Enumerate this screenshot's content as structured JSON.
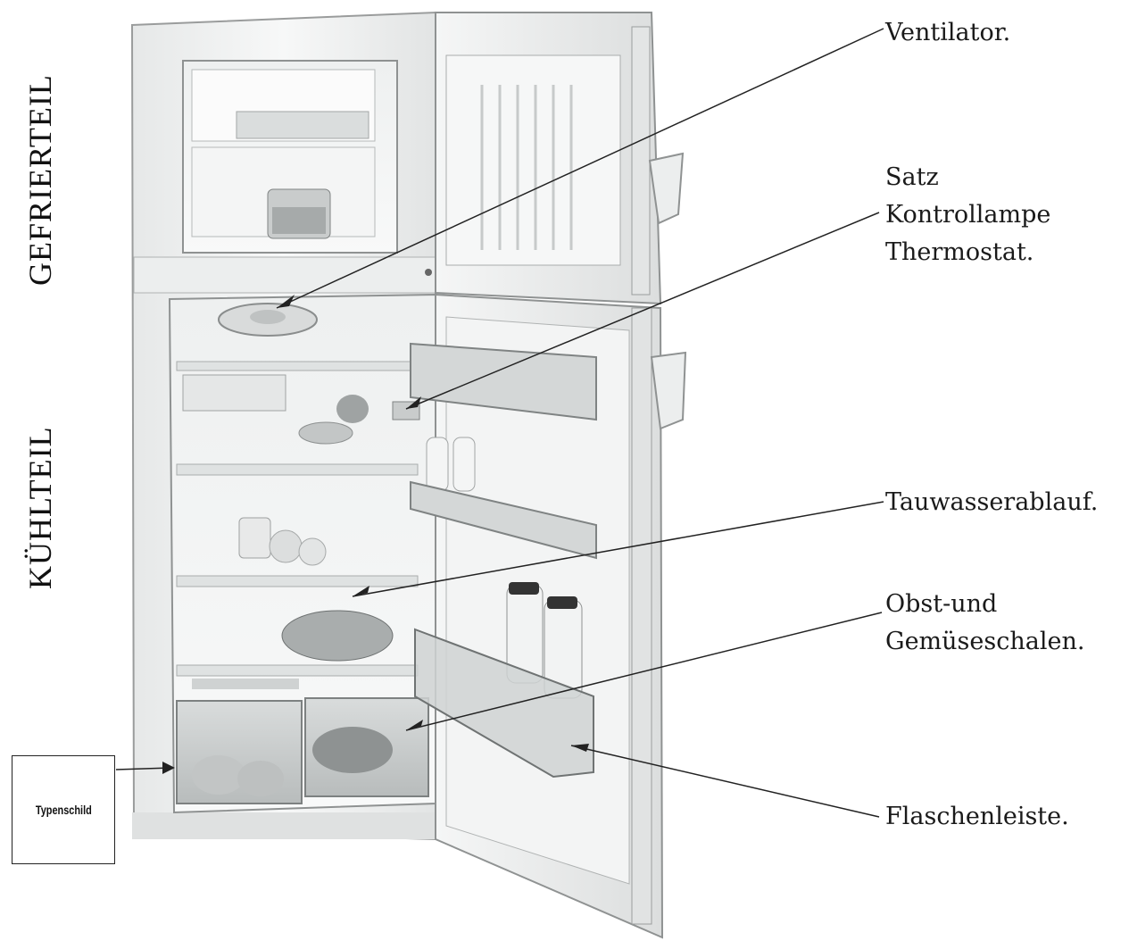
{
  "labels": {
    "freezer_section": "GEFRIERTEIL",
    "fridge_section": "KÜHLTEIL"
  },
  "callouts": {
    "fan": "Ventilator.",
    "thermostat": [
      "Satz",
      "Kontrollampe",
      "Thermostat."
    ],
    "drain": "Tauwasserablauf.",
    "crispers": [
      "Obst-und",
      "Gemüseschalen."
    ],
    "bottle_rack": "Flaschenleiste."
  },
  "rating_plate": "Typenschild",
  "colors": {
    "line": "#222222",
    "cabinet": "#f2f3f2",
    "outline": "#9a9c9c"
  }
}
